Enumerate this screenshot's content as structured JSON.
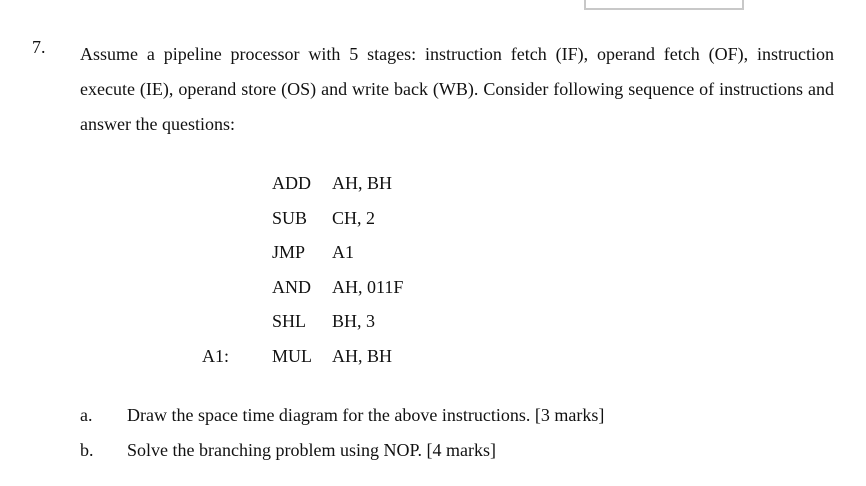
{
  "question": {
    "number": "7.",
    "text": "Assume a pipeline processor with 5 stages: instruction fetch (IF), operand fetch (OF), instruction execute (IE), operand store (OS) and write back (WB). Consider following sequence of instructions and answer the questions:"
  },
  "code": [
    {
      "label": "",
      "op": "ADD",
      "args": "AH, BH"
    },
    {
      "label": "",
      "op": "SUB",
      "args": "CH, 2"
    },
    {
      "label": "",
      "op": "JMP",
      "args": "A1"
    },
    {
      "label": "",
      "op": "AND",
      "args": "AH, 011F"
    },
    {
      "label": "",
      "op": "SHL",
      "args": "BH, 3"
    },
    {
      "label": "A1:",
      "op": "MUL",
      "args": "AH, BH"
    }
  ],
  "parts": [
    {
      "letter": "a.",
      "text": "Draw the space time diagram for the above instructions. [3 marks]"
    },
    {
      "letter": "b.",
      "text": "Solve the branching problem using NOP. [4 marks]"
    }
  ]
}
